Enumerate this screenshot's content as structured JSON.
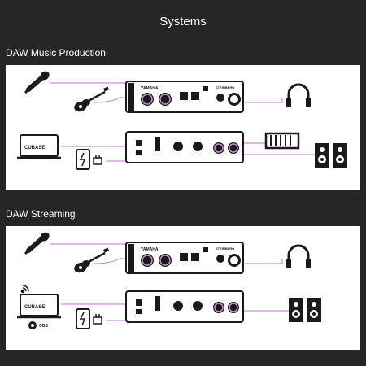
{
  "page": {
    "title": "Systems"
  },
  "colors": {
    "background": "#262626",
    "panel": "#ffffff",
    "cable": "#c98fd6",
    "device": "#1a1a1a"
  },
  "sections": [
    {
      "label": "DAW Music Production",
      "interface_brand": "YAMAHA",
      "interface_rear_label": "STEINBERG",
      "daw_label": "CUBASE",
      "icons": [
        "microphone-icon",
        "guitar-icon",
        "headphones-icon",
        "laptop-icon",
        "power-adapter-icon",
        "midi-keyboard-icon",
        "speakers-icon"
      ]
    },
    {
      "label": "DAW Streaming",
      "interface_brand": "YAMAHA",
      "interface_rear_label": "STEINBERG",
      "daw_label": "CUBASE",
      "streaming_label": "OBS",
      "icons": [
        "microphone-icon",
        "guitar-icon",
        "headphones-icon",
        "laptop-icon",
        "wifi-icon",
        "obs-icon",
        "power-adapter-icon",
        "speakers-icon"
      ]
    }
  ]
}
